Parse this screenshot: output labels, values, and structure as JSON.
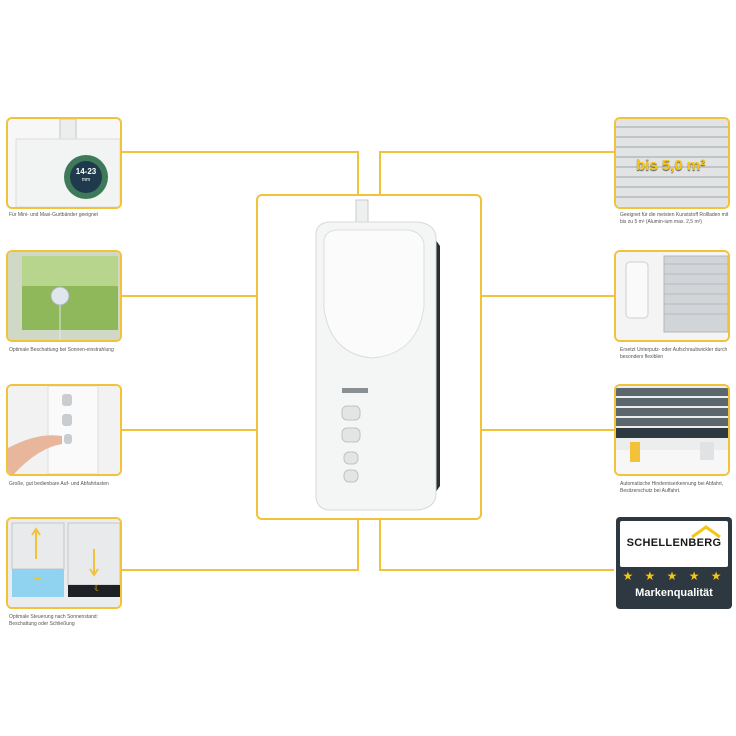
{
  "captions": {
    "left1": "Für Mini- und Maxi-Gurtbänder geeignet",
    "left2": "Optimale Beschattung bei Sonnen-einstrahlung",
    "left3": "Große, gut bedienbare Auf- und Abfahrtasten",
    "left4": "Optimale Steuerung nach Sonnenstand: Beschattung oder Schließung",
    "right1": "Geeignet für die meisten Kunststoff Rollladen mit bis zu 5 m² (Alumin-ium max. 2,5 m²)",
    "right2": "Ersetzt Unterputz- oder Aufschraubwickler durch besonders flexiblen",
    "right3": "Automatische Hinderniserkennung bei Abfahrt, Besitzerschutz bei Auffahrt."
  },
  "belt_badge": "14-23",
  "belt_unit": "mm",
  "size_label": "bis 5,0 m²",
  "brand": {
    "name": "SCHELLENBERG",
    "stars": "★ ★ ★ ★ ★",
    "quality": "Markenqualität"
  },
  "colors": {
    "accent": "#f2c23a",
    "badge_bg": "#2e3840",
    "star": "#f6c514"
  }
}
